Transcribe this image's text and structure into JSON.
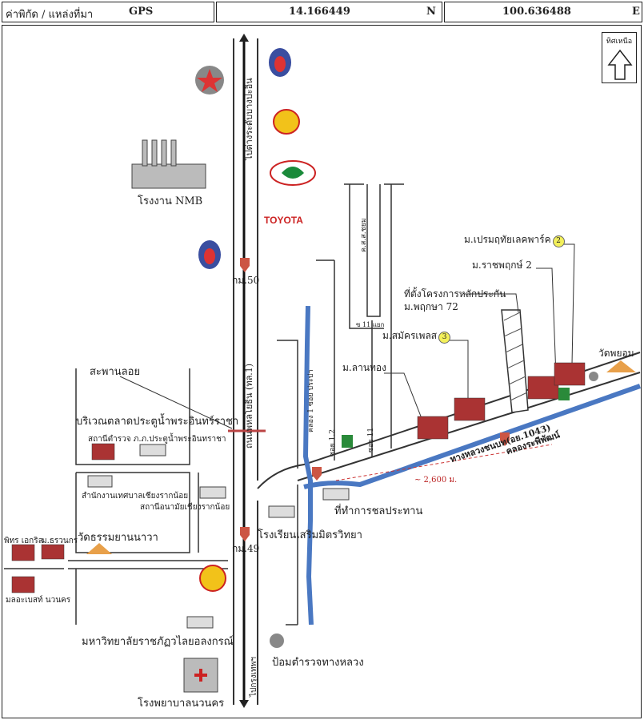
{
  "header": {
    "coord_label": "ค่าพิกัด / แหล่งที่มา",
    "source": "GPS",
    "lat": "14.166449",
    "lat_dir": "N",
    "lon": "100.636488",
    "lon_dir": "E"
  },
  "north_label": "ทิศเหนือ",
  "labels": {
    "plant": "โรงงาน NMB",
    "toyota": "TOYOTA",
    "km50": "กม.50",
    "km49": "กม.49",
    "bridge": "สะพานลอย",
    "market": "บริเวณตลาดประตูน้ำพระอินทร์ราชา",
    "police_station": "สถานีตำรวจ ภ.ภ.ประตูน้ำพระอินทราชา",
    "subdistrict": "สำนักงานเทศบาลเชียงรากน้อย",
    "health": "สถานีอนามัยเชียงรากน้อย",
    "wat_left": "วัดธรรมยานนาวา",
    "school": "โรงเรียนเสริมมิตรวิทยา",
    "irrigation": "ที่ทำการชลประทาน",
    "university": "มหาวิทยาลัยราชภัฏวไลยอลงกรณ์",
    "police_hwy": "ป้อมตำรวจทางหลวง",
    "hospital": "โรงพยาบาลนวนคร",
    "vill_a": "พิทร เอกริล",
    "vill_b": "ม.ธรวนกร",
    "vill_c": "มลอะเบสท์ นวนคร",
    "prem": "ม.เปรมฤทัยเลคพาร์ค",
    "ratchaphruk": "ม.ราชพฤกษ์ 2",
    "project": "ที่ตั้งโครงการหลักประกัน",
    "phruksa": "ม.พฤกษา 72",
    "samakhom": "ม.สมัครเพลส",
    "lanthong": "ม.ลานทอง",
    "wat_right": "วัดพยอม",
    "soi12": "ซอย 1.2",
    "soi11": "ซอย 11",
    "distance": "~ 2,600 ม.",
    "road_main": "ถนนพหลโยธิน (ทล.1)",
    "road_top": "ไปต่างระดับบางปะอิน",
    "road_bottom": "ไปกรุงเทพฯ",
    "road_1043": "ทางหลวงชนบท(อย.1043)",
    "canal": "คลองระพีพัฒน์",
    "canal_left": "คลอง 1 ซอย ประปา",
    "soi_top": "ค.ส.ส.ชยม",
    "soi_11m": "ซ 11 แยก",
    "badge2": "2",
    "badge3": "3"
  }
}
